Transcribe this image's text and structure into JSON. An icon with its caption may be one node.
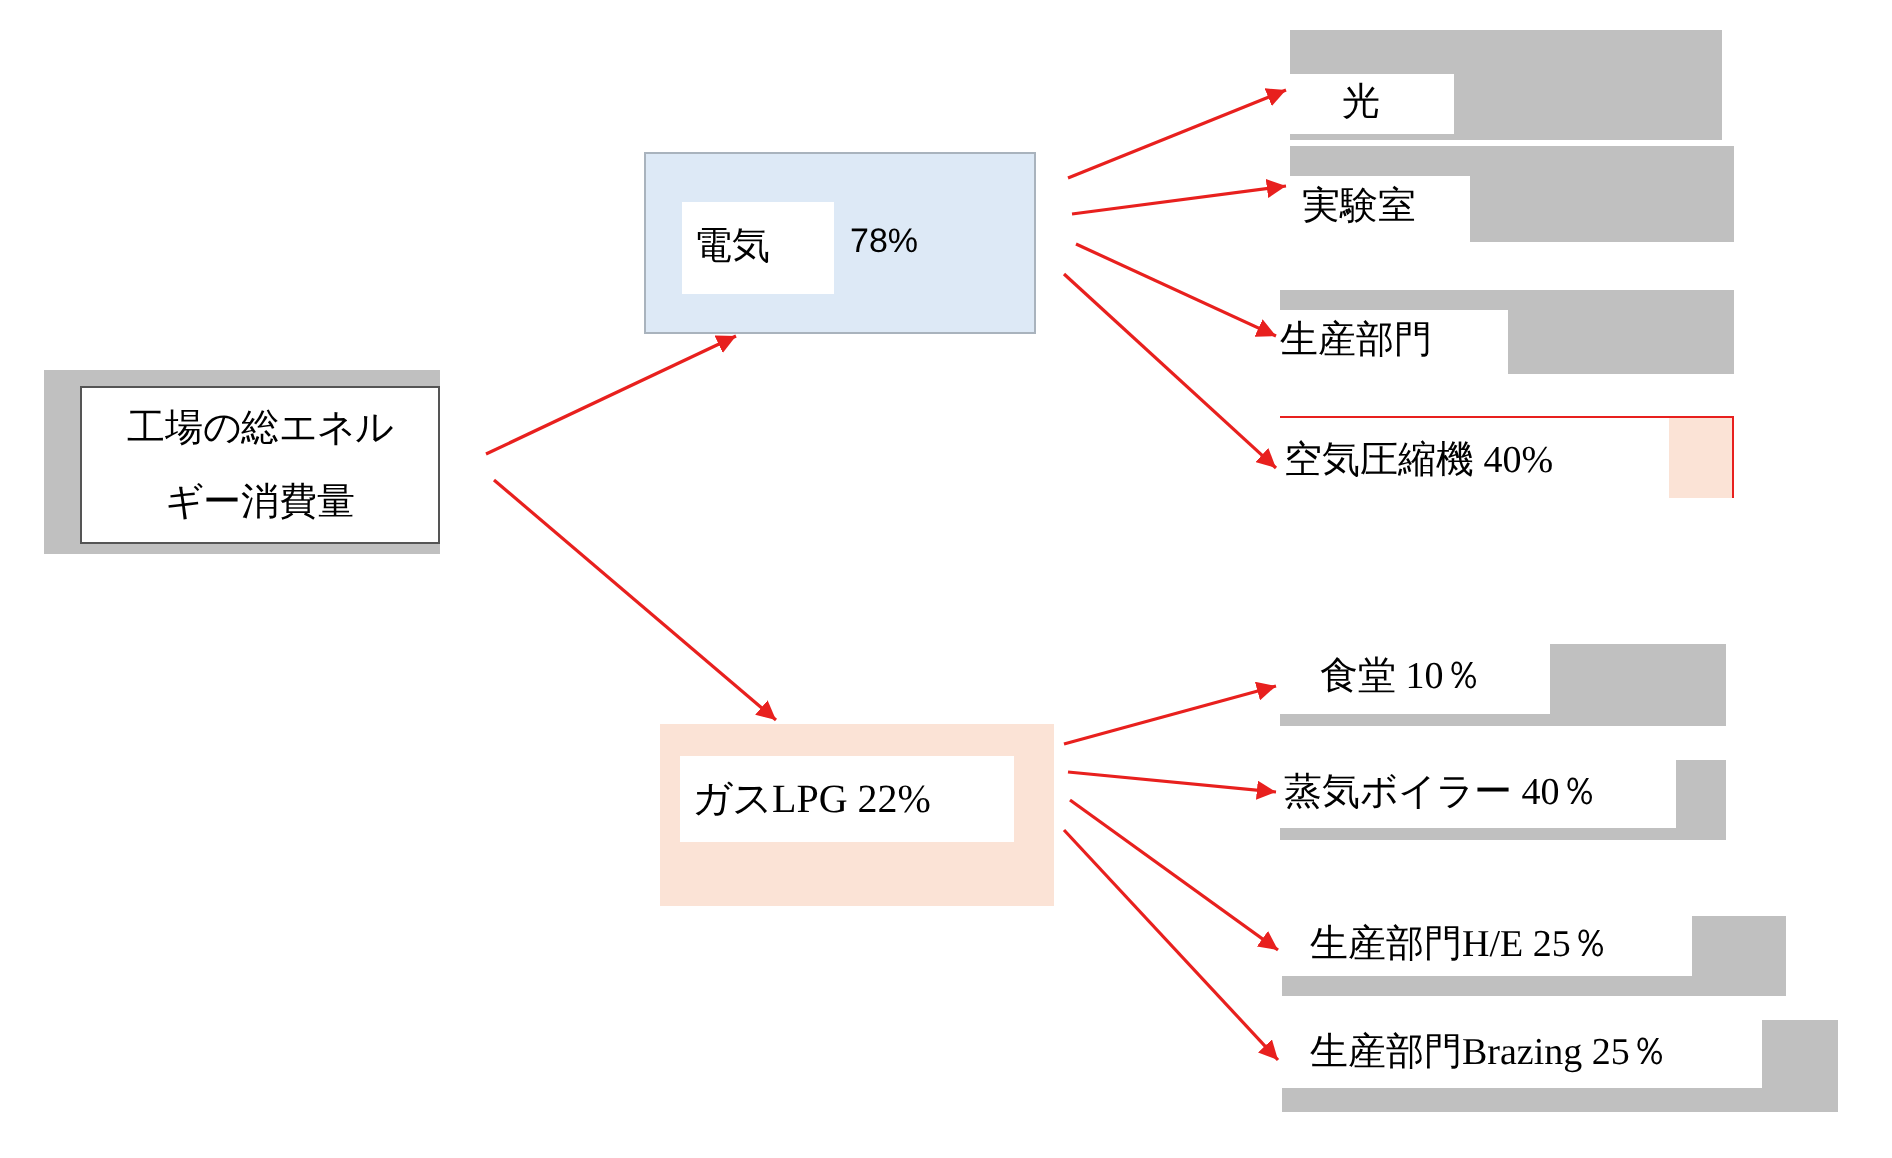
{
  "diagram": {
    "nodes": [
      {
        "text": [
          "工場の総エネルギー消費量"
        ]
      },
      {
        "text": [
          "電気",
          "78%"
        ]
      },
      {
        "text": [
          "ガスLPG 22%"
        ]
      },
      {
        "text": [
          "光"
        ]
      },
      {
        "text": [
          "実験室"
        ]
      },
      {
        "text": [
          "生産部門"
        ]
      },
      {
        "text": [
          "空気圧縮機 40%"
        ]
      },
      {
        "text": [
          "食堂 10％"
        ]
      },
      {
        "text": [
          "蒸気ボイラー 40％"
        ]
      },
      {
        "text": [
          "生産部門H/E 25％"
        ]
      },
      {
        "text": [
          "生産部門Brazing 25％"
        ]
      }
    ],
    "edges": [
      {
        "from": 0,
        "to": 1,
        "arrow": "to"
      },
      {
        "from": 0,
        "to": 2,
        "arrow": "to"
      },
      {
        "from": 1,
        "to": 3,
        "arrow": "to"
      },
      {
        "from": 1,
        "to": 4,
        "arrow": "to"
      },
      {
        "from": 1,
        "to": 5,
        "arrow": "to"
      },
      {
        "from": 1,
        "to": 6,
        "arrow": "to"
      },
      {
        "from": 2,
        "to": 7,
        "arrow": "to"
      },
      {
        "from": 2,
        "to": 8,
        "arrow": "to"
      },
      {
        "from": 2,
        "to": 9,
        "arrow": "to"
      },
      {
        "from": 2,
        "to": 10,
        "arrow": "to"
      }
    ]
  }
}
